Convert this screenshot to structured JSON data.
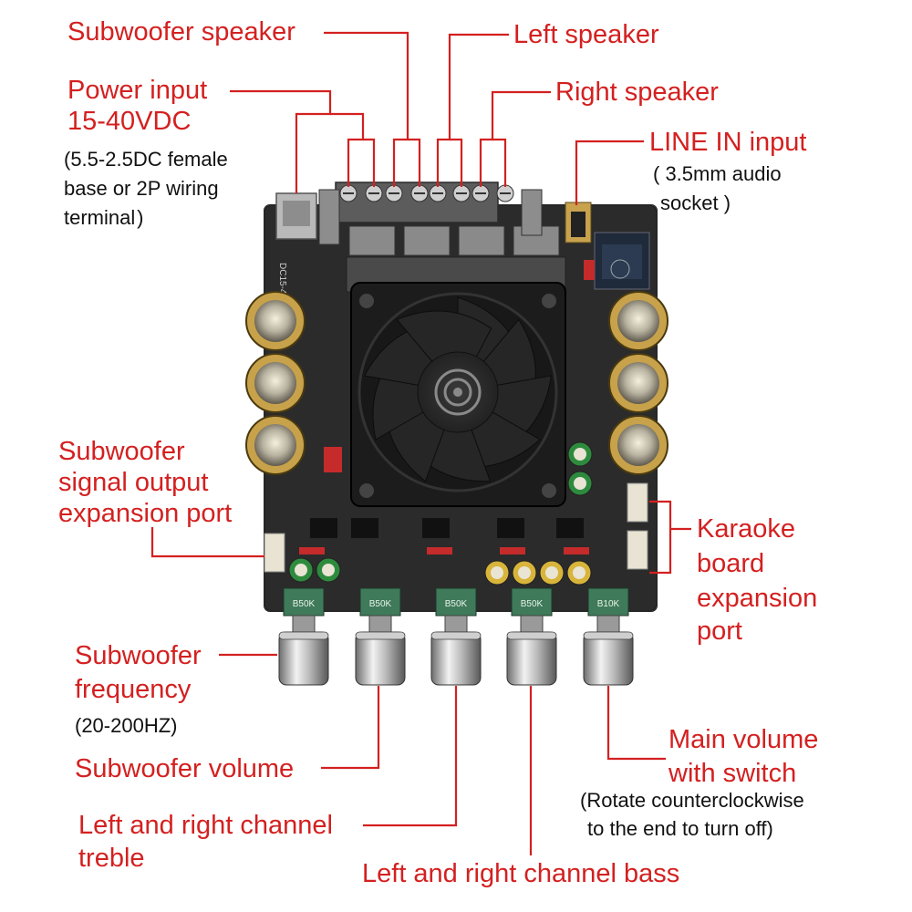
{
  "labels": {
    "subwoofer_speaker": "Subwoofer speaker",
    "left_speaker": "Left speaker",
    "power_input": "Power input",
    "power_voltage": "15-40VDC",
    "power_note": [
      "(5.5-2.5DC female",
      "base or 2P wiring",
      "terminal )"
    ],
    "right_speaker": "Right speaker",
    "line_in": "LINE IN input",
    "line_in_note": [
      "( 3.5mm audio",
      "socket )"
    ],
    "sub_signal_out": [
      "Subwoofer",
      "signal output",
      "expansion port"
    ],
    "karaoke": [
      "Karaoke",
      "board",
      "expansion",
      "port"
    ],
    "sub_freq": [
      "Subwoofer",
      "frequency"
    ],
    "sub_freq_range": "(20-200HZ)",
    "sub_volume": "Subwoofer volume",
    "treble": [
      "Left and right channel",
      "treble"
    ],
    "main_volume": [
      "Main volume",
      "with switch"
    ],
    "main_volume_note": [
      "(Rotate counterclockwise",
      "to the end to turn off)"
    ],
    "bass": "Left and right channel bass"
  },
  "board": {
    "silkscreen_dc": "DC15-40V",
    "pot_values": [
      "B50K",
      "B50K",
      "B50K",
      "B50K",
      "B10K"
    ],
    "colors": {
      "pcb": "#2a2a2a",
      "label": "#d42020",
      "fan": "#1c1c1c",
      "terminal": "#5a5a5a",
      "cap_gold": "#c8a24a"
    }
  }
}
